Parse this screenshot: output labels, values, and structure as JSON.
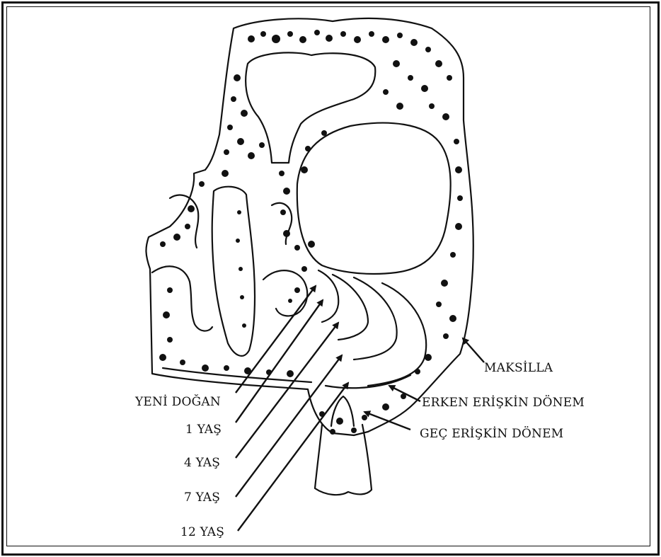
{
  "labels": {
    "maksilla": "MAKSİLLA",
    "erken": "ERKEN ERİŞKİN DÖNEM",
    "gec": "GEÇ ERİŞKİN DÖNEM",
    "yeni_dogan": "YENİ DOĞAN",
    "yas1": "1 YAŞ",
    "yas4": "4 YAŞ",
    "yas7": "7 YAŞ",
    "yas12": "12 YAŞ"
  },
  "colors": {
    "ink": "#111111",
    "background": "#ffffff"
  }
}
